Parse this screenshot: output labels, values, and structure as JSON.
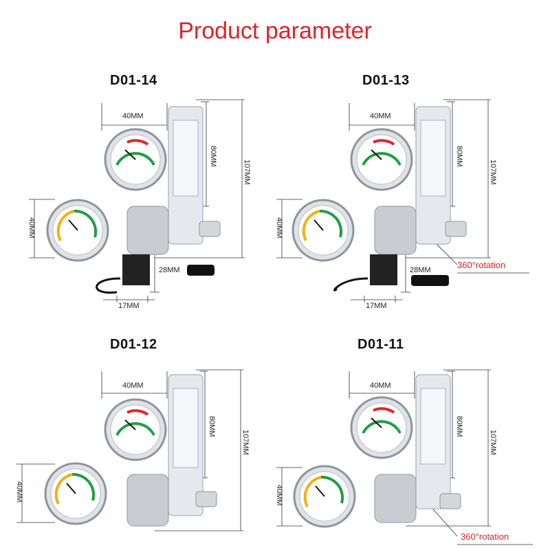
{
  "title": "Product parameter",
  "colors": {
    "title": "#e0222b",
    "rotation": "#d3262d",
    "dim_line": "#333333"
  },
  "products": [
    {
      "model": "D01-14",
      "dims": {
        "width": "40MM",
        "tube": "80MM",
        "total": "107MM",
        "side": "40MM",
        "solenoid_h": "28MM",
        "solenoid_w": "17MM"
      },
      "solenoid": true,
      "rotation": ""
    },
    {
      "model": "D01-13",
      "dims": {
        "width": "40MM",
        "tube": "80MM",
        "total": "107MM",
        "side": "40MM",
        "solenoid_h": "28MM",
        "solenoid_w": "17MM"
      },
      "solenoid": true,
      "rotation": "360°rotation"
    },
    {
      "model": "D01-12",
      "dims": {
        "width": "40MM",
        "tube": "80MM",
        "total": "107MM",
        "side": "40MM"
      },
      "solenoid": false,
      "rotation": ""
    },
    {
      "model": "D01-11",
      "dims": {
        "width": "40MM",
        "tube": "80MM",
        "total": "107MM",
        "side": "40MM"
      },
      "solenoid": false,
      "rotation": "360°rotation"
    }
  ]
}
